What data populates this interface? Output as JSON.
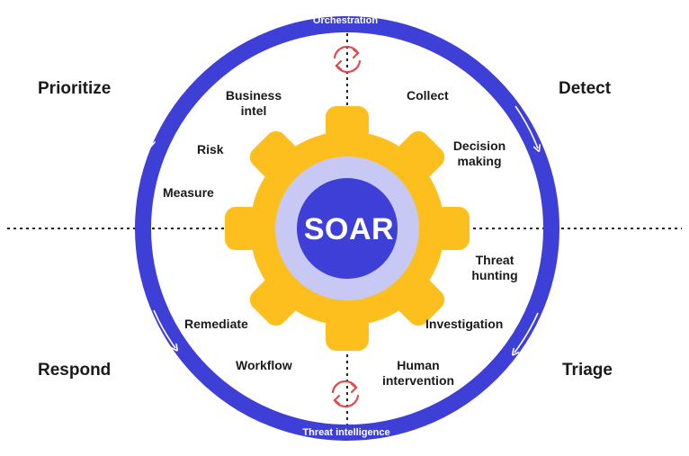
{
  "ring": {
    "top_label": "Orchestration",
    "bottom_label": "Threat intelligence"
  },
  "hub": {
    "label": "SOAR"
  },
  "quadrants": {
    "top_left": "Prioritize",
    "top_right": "Detect",
    "bottom_left": "Respond",
    "bottom_right": "Triage"
  },
  "activities": {
    "business_intel": "Business\nintel",
    "risk": "Risk",
    "measure": "Measure",
    "collect": "Collect",
    "decision_making": "Decision\nmaking",
    "threat_hunting": "Threat\nhunting",
    "investigation": "Investigation",
    "human_intervention": "Human\nintervention",
    "remediate": "Remediate",
    "workflow": "Workflow"
  },
  "colors": {
    "ring": "#3d3fd6",
    "gear": "#fcbf1e",
    "hub_outer": "#c8c8f4",
    "hub_inner": "#3d3fd6",
    "cycle_icon": "#e24a4a",
    "divider": "#222222"
  },
  "icons": [
    "cycle-arrows-icon",
    "arrow-icon"
  ]
}
